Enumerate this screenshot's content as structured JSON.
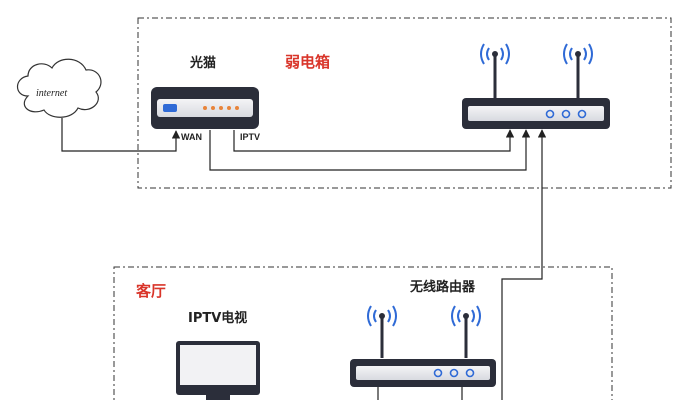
{
  "cloud": {
    "label": "internet"
  },
  "weak_box": {
    "title": "弱电箱"
  },
  "modem": {
    "label": "光猫",
    "port_wan": "WAN",
    "port_iptv": "IPTV"
  },
  "living_room": {
    "title": "客厅"
  },
  "wireless_router": {
    "label": "无线路由器"
  },
  "tv": {
    "label": "IPTV电视"
  },
  "colors": {
    "accent_red": "#d9352a",
    "device_dark": "#2b2e3a",
    "led_orange": "#e8843a",
    "led_blue": "#2f6ad6"
  }
}
